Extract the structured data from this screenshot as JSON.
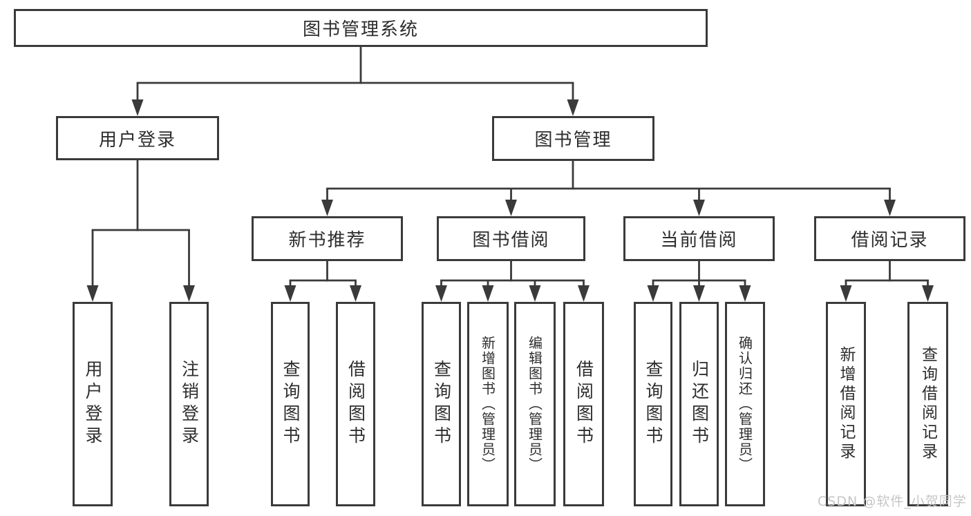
{
  "diagram": {
    "root": "图书管理系统",
    "branches": [
      {
        "label": "用户登录",
        "leaves": [
          "用户登录",
          "注销登录"
        ]
      },
      {
        "label": "图书管理",
        "sections": [
          {
            "label": "新书推荐",
            "leaves": [
              "查询图书",
              "借阅图书"
            ]
          },
          {
            "label": "图书借阅",
            "leaves": [
              "查询图书",
              "新增图书（管理员）",
              "编辑图书（管理员）",
              "借阅图书"
            ]
          },
          {
            "label": "当前借阅",
            "leaves": [
              "查询图书",
              "归还图书",
              "确认归还（管理员）"
            ]
          },
          {
            "label": "借阅记录",
            "leaves": [
              "新增借阅记录",
              "查询借阅记录"
            ]
          }
        ]
      }
    ]
  },
  "watermark": {
    "text": "CSDN @软件_小贺同学"
  },
  "colors": {
    "line": "#3a3a3a",
    "box_border": "#3a3a3a",
    "text": "#2d2d2d",
    "watermark": "#c6c6c6",
    "background": "#ffffff"
  }
}
